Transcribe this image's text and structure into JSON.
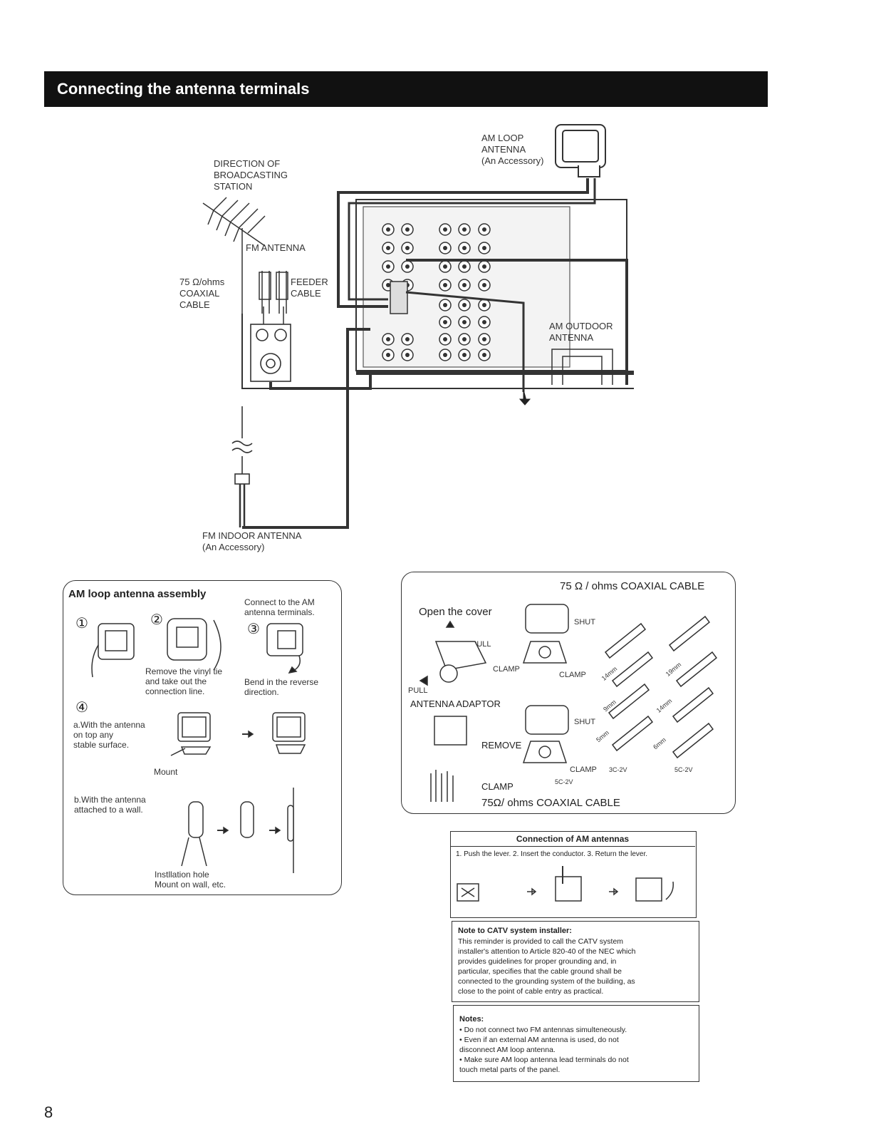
{
  "header": {
    "title": "Connecting the antenna terminals"
  },
  "diagram": {
    "direction_label": "DIRECTION OF\nBROADCASTING\nSTATION",
    "fm_antenna": "FM ANTENNA",
    "coaxial_cable": "75 Ω/ohms\nCOAXIAL\nCABLE",
    "feeder_cable": "FEEDER\nCABLE",
    "am_loop_antenna": "AM LOOP\nANTENNA\n(An Accessory)",
    "am_outdoor_antenna": "AM OUTDOOR\nANTENNA",
    "fm_indoor_antenna": "FM INDOOR ANTENNA\n(An Accessory)"
  },
  "am_assembly": {
    "title": "AM loop antenna assembly",
    "step1": "①",
    "step2": "②",
    "step3": "③",
    "step4": "④",
    "connect_note": "Connect to the AM\nantenna terminals.",
    "remove_tie": "Remove the vinyl tie\nand take out the\nconnection line.",
    "bend_reverse": "Bend in the reverse\ndirection.",
    "option_a": "a.With the antenna\n   on top any\n   stable surface.",
    "mount": "Mount",
    "option_b": "b.With the antenna\n   attached to a wall.",
    "install_hole": "Instllation hole\nMount on wall, etc."
  },
  "coax_box": {
    "title": "75 Ω / ohms COAXIAL CABLE",
    "open_cover": "Open the cover",
    "shut1": "SHUT",
    "pull1": "PULL",
    "clamp1": "CLAMP",
    "clamp2": "CLAMP",
    "pull2": "PULL",
    "adaptor": "ANTENNA  ADAPTOR",
    "shut2": "SHUT",
    "remove": "REMOVE",
    "clamp3": "CLAMP",
    "clamp4": "CLAMP",
    "cable_5c2v_small": "5C-2V",
    "cable_3c2v": "3C-2V",
    "cable_5c2v": "5C-2V",
    "mm14": "14mm",
    "mm19": "19mm",
    "mm9": "9mm",
    "mm14b": "14mm",
    "mm5": "5mm",
    "mm6": "6mm",
    "bottom_label": "75Ω/ ohms COAXIAL CABLE"
  },
  "am_connection": {
    "title": "Connection of AM antennas",
    "steps": "1. Push the lever.  2. Insert the conductor.  3. Return the lever."
  },
  "catv_note": {
    "title": "Note to CATV system installer:",
    "text": "This reminder is provided to call the CATV system\ninstaller's attention to Article 820-40 of the NEC which\nprovides guidelines for proper grounding and, in\nparticular, specifies that the cable ground shall be\nconnected to the grounding system of the building, as\nclose to the point of cable entry as practical."
  },
  "notes": {
    "title": "Notes:",
    "items": [
      "• Do not connect two FM antennas simulteneously.",
      "• Even if an external AM antenna is used, do not\n   disconnect AM loop antenna.",
      "• Make sure AM loop antenna lead terminals do not\n   touch metal parts of the panel."
    ]
  },
  "page_number": "8"
}
